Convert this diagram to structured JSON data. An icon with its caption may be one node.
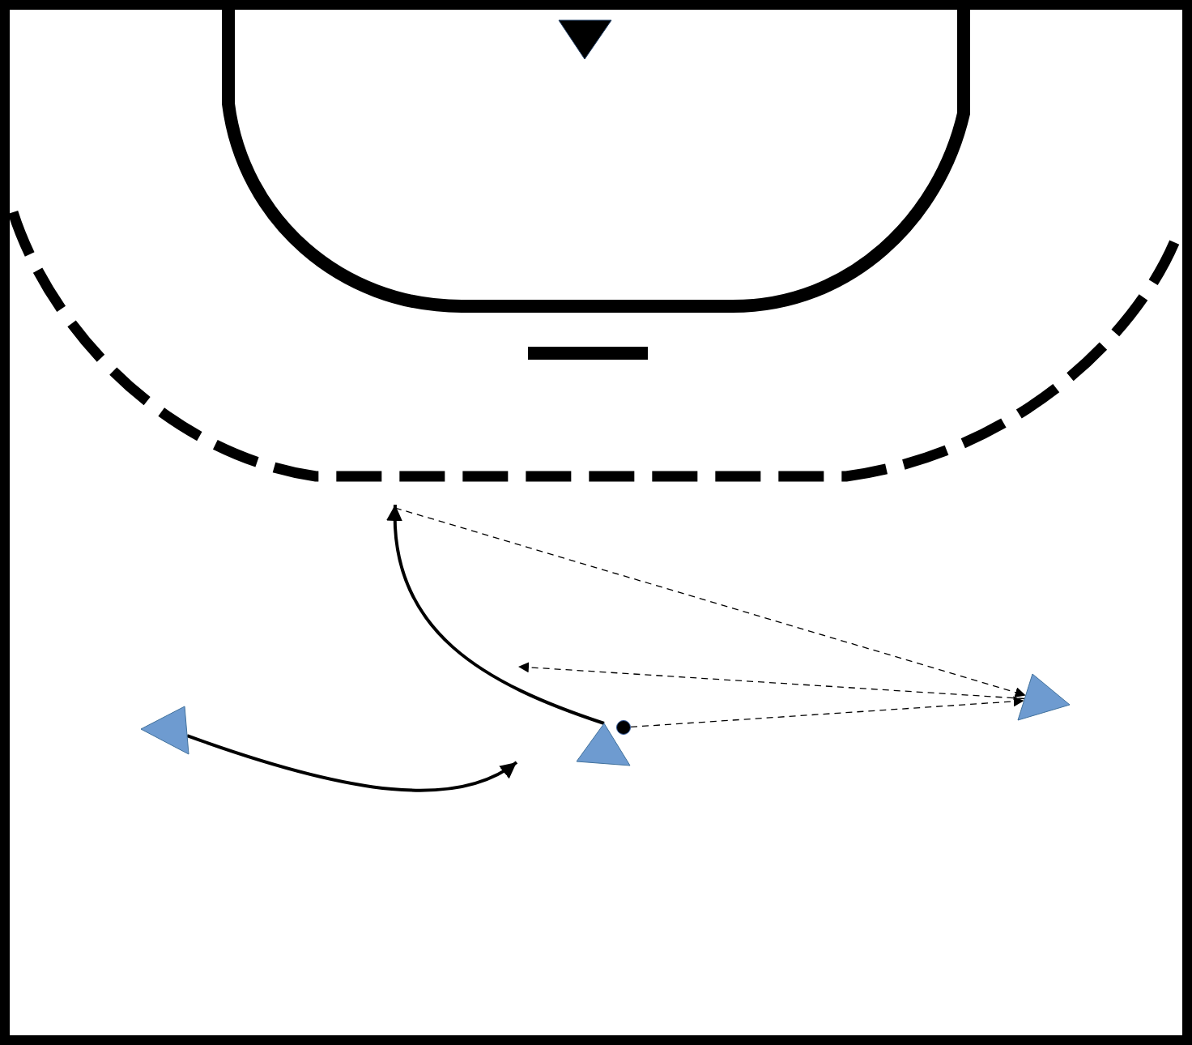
{
  "diagram": {
    "nodes": [
      {
        "text": [],
        "shape": "triangle"
      },
      {
        "text": [],
        "shape": "triangle"
      },
      {
        "text": [],
        "shape": "triangle"
      },
      {
        "text": [],
        "shape": "circle"
      },
      {
        "text": [],
        "shape": "triangle"
      }
    ],
    "edges": [
      {
        "from": 1,
        "to": null,
        "arrow": "to",
        "style": "thick"
      },
      {
        "from": 2,
        "to": null,
        "arrow": "to",
        "style": "thick"
      },
      {
        "from": 3,
        "to": 4,
        "arrow": "to",
        "style": "dashed"
      },
      {
        "from": 4,
        "to": null,
        "arrow": "to",
        "style": "dashed"
      },
      {
        "from": null,
        "to": 4,
        "arrow": "to",
        "style": "dashed"
      }
    ]
  }
}
